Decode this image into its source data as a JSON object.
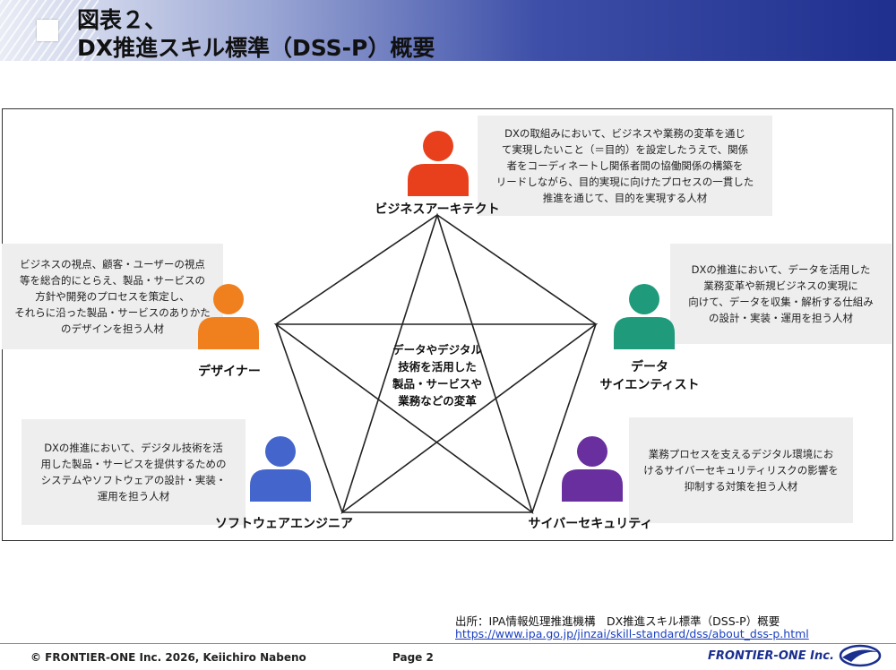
{
  "header": {
    "title_line1": "図表２、",
    "title_line2": "DX推進スキル標準（DSS-P）概要"
  },
  "diagram": {
    "center_text": "データやデジタル\n技術を活用した\n製品・サービスや\n業務などの変革",
    "colors": {
      "business_architect": "#e8401c",
      "designer": "#f0801e",
      "data_scientist": "#1f9a7a",
      "software_engineer": "#4466cc",
      "cybersecurity": "#6a2f9e"
    },
    "roles": [
      {
        "key": "business_architect",
        "label": "ビジネスアーキテクト",
        "icon": "person-icon",
        "description": "DXの取組みにおいて、ビジネスや業務の変革を通じ\nて実現したいこと（＝目的）を設定したうえで、関係\n者をコーディネートし関係者間の協働関係の構築を\nリードしながら、目的実現に向けたプロセスの一貫した\n推進を通じて、目的を実現する人材"
      },
      {
        "key": "designer",
        "label": "デザイナー",
        "icon": "person-icon",
        "description": "ビジネスの視点、顧客・ユーザーの視点\n等を総合的にとらえ、製品・サービスの\n方針や開発のプロセスを策定し、\nそれらに沿った製品・サービスのありかた\nのデザインを担う人材"
      },
      {
        "key": "data_scientist",
        "label": "データ\nサイエンティスト",
        "icon": "person-icon",
        "description": "DXの推進において、データを活用した\n業務変革や新規ビジネスの実現に\n向けて、データを収集・解析する仕組み\nの設計・実装・運用を担う人材"
      },
      {
        "key": "software_engineer",
        "label": "ソフトウェアエンジニア",
        "icon": "person-icon",
        "description": "DXの推進において、デジタル技術を活\n用した製品・サービスを提供するための\nシステムやソフトウェアの設計・実装・\n運用を担う人材"
      },
      {
        "key": "cybersecurity",
        "label": "サイバーセキュリティ",
        "icon": "person-icon",
        "description": "業務プロセスを支えるデジタル環境にお\nけるサイバーセキュリティリスクの影響を\n抑制する対策を担う人材"
      }
    ]
  },
  "source": {
    "text": "出所：IPA情報処理推進機構　DX推進スキル標準（DSS-P）概要",
    "url": "https://www.ipa.go.jp/jinzai/skill-standard/dss/about_dss-p.html"
  },
  "footer": {
    "copyright": "© FRONTIER-ONE Inc. 2026,  Keiichiro  Nabeno",
    "page": "Page 2",
    "brand": "FRONTIER-ONE Inc."
  }
}
